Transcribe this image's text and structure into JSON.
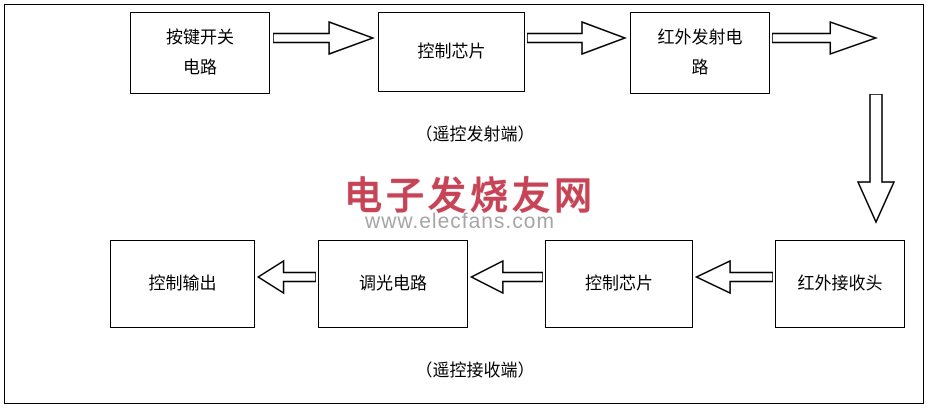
{
  "transmitter": {
    "boxes": [
      {
        "line1": "按键开关",
        "line2": "电路"
      },
      {
        "line1": "控制芯片"
      },
      {
        "line1": "红外发射电",
        "line2": "路"
      }
    ],
    "caption": "（遥控发射端）"
  },
  "receiver": {
    "boxes": [
      {
        "line1": "控制输出"
      },
      {
        "line1": "调光电路"
      },
      {
        "line1": "控制芯片"
      },
      {
        "line1": "红外接收头"
      }
    ],
    "caption": "（遥控接收端）"
  },
  "watermark": {
    "title": "电子发烧友网",
    "url": "www.elecfans.com"
  },
  "colors": {
    "line_black": "#000000",
    "watermark_red": "#cd3046",
    "watermark_gray": "#a6a6a6",
    "background": "#ffffff"
  }
}
